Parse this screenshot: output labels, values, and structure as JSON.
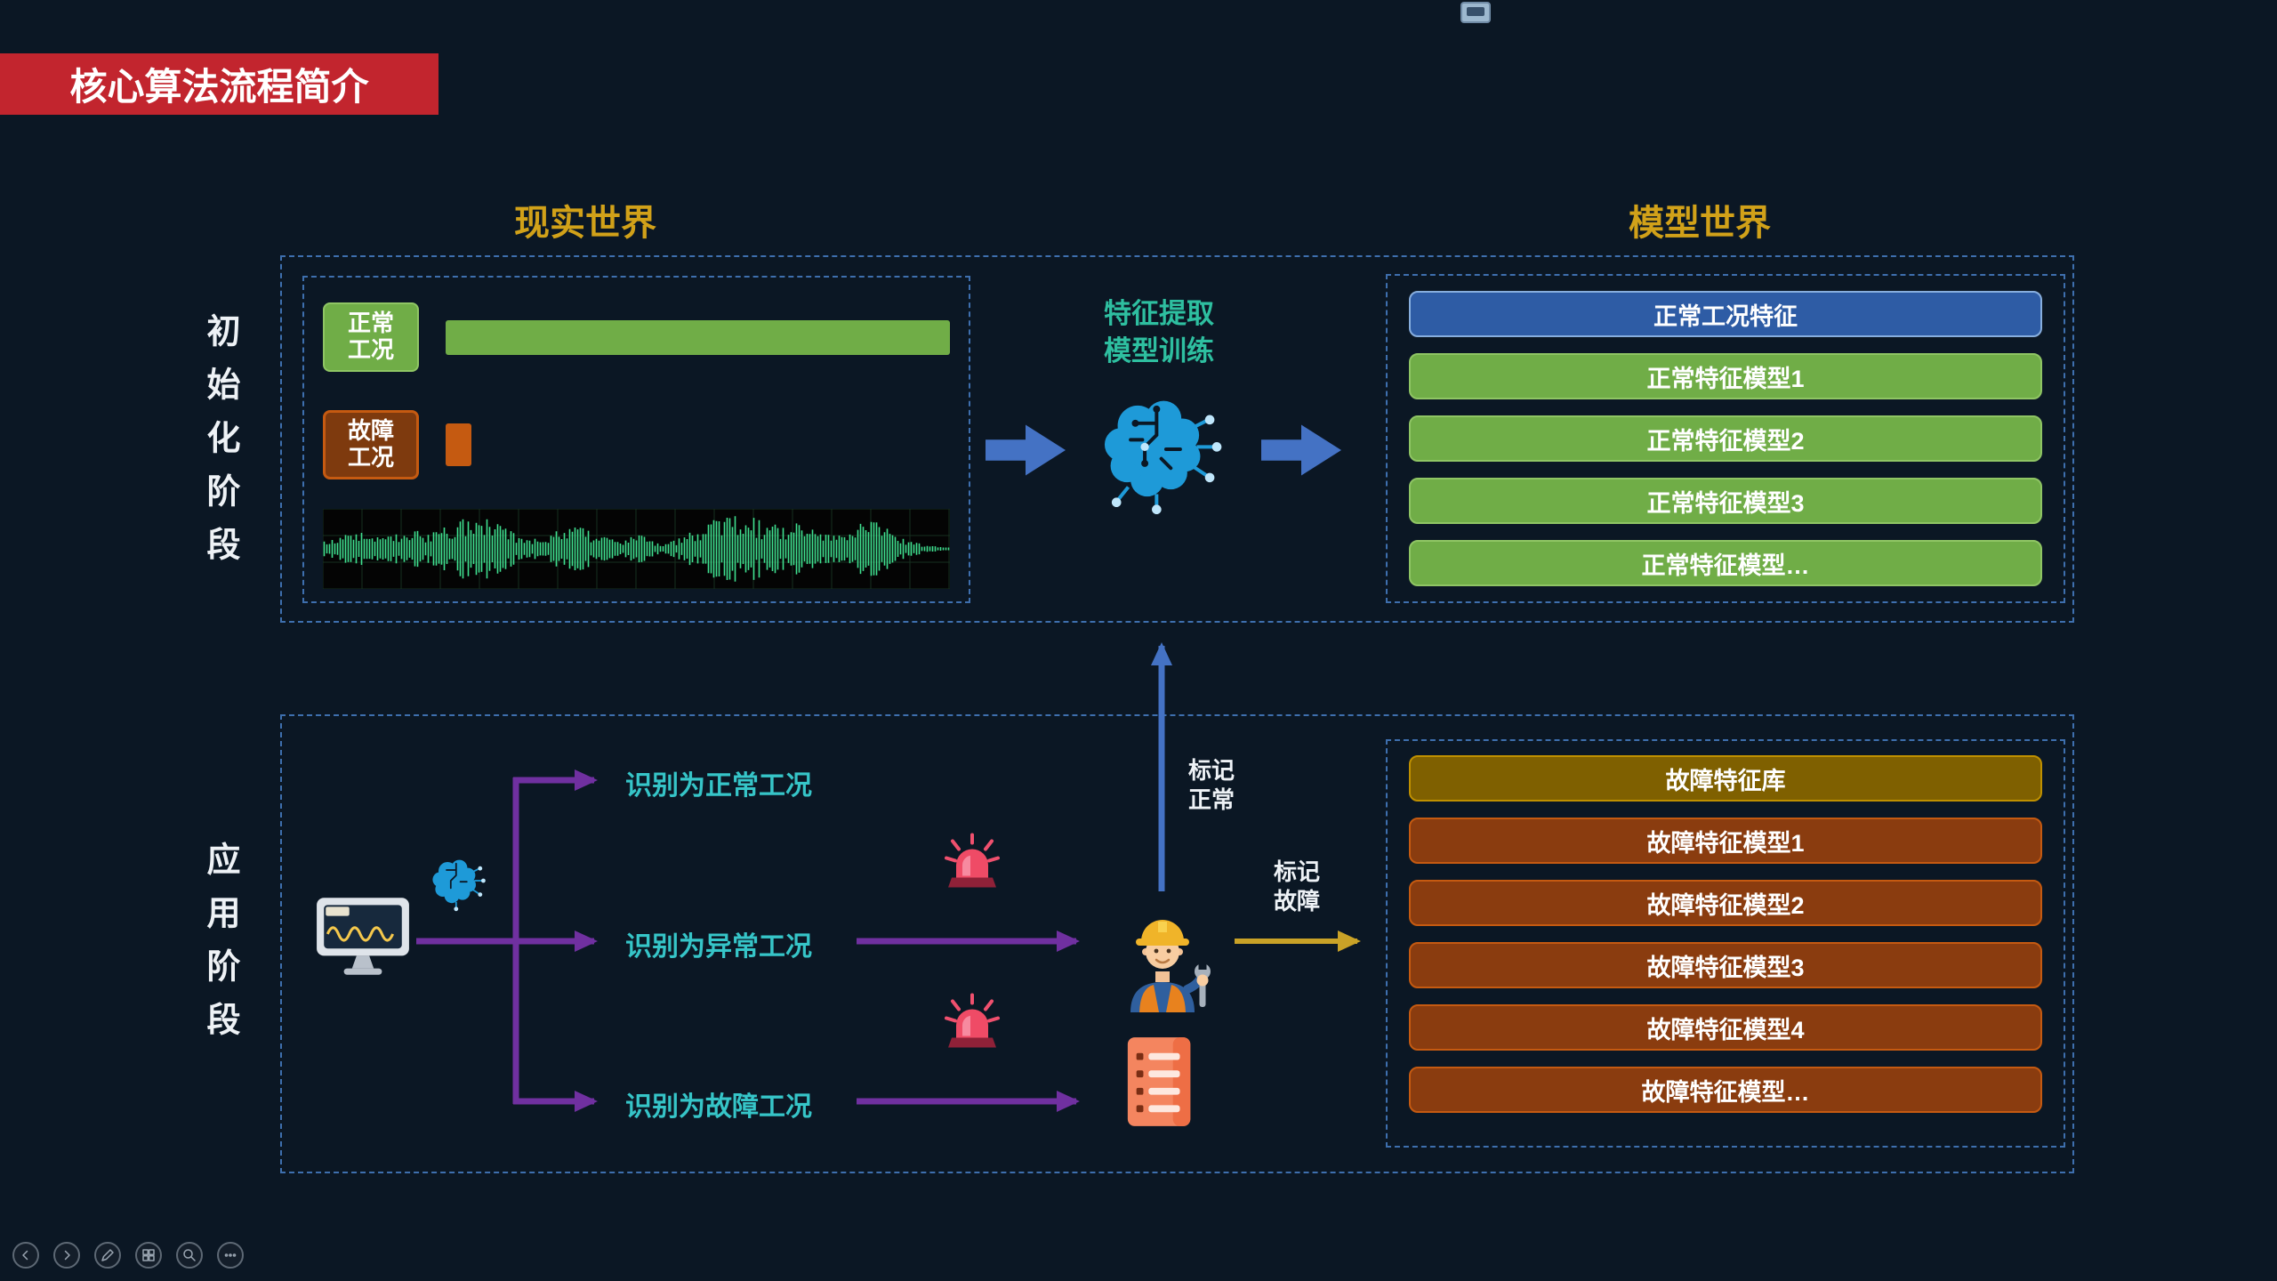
{
  "title": "核心算法流程简介",
  "headers": {
    "real_world": "现实世界",
    "model_world": "模型世界"
  },
  "phases": {
    "init": "初始化阶段",
    "app": "应用阶段"
  },
  "init_stage": {
    "normal_btn_line1": "正常",
    "normal_btn_line2": "工况",
    "fault_btn_line1": "故障",
    "fault_btn_line2": "工况",
    "process_line1": "特征提取",
    "process_line2": "模型训练",
    "normal_panel": {
      "header": "正常工况特征",
      "models": [
        "正常特征模型1",
        "正常特征模型2",
        "正常特征模型3",
        "正常特征模型…"
      ]
    }
  },
  "app_stage": {
    "branch_normal": "识别为正常工况",
    "branch_abnormal": "识别为异常工况",
    "branch_fault": "识别为故障工况",
    "mark_normal_line1": "标记",
    "mark_normal_line2": "正常",
    "mark_fault_line1": "标记",
    "mark_fault_line2": "故障",
    "fault_panel": {
      "header": "故障特征库",
      "models": [
        "故障特征模型1",
        "故障特征模型2",
        "故障特征模型3",
        "故障特征模型4",
        "故障特征模型…"
      ]
    }
  },
  "icons": {
    "brain": "brain-circuit-icon",
    "brain_small": "brain-circuit-icon-small",
    "monitor": "monitor-waveform-icon",
    "alarm": "alarm-siren-icon",
    "worker": "engineer-worker-icon",
    "document": "fault-log-icon",
    "playback_controls": [
      "previous",
      "next",
      "pen",
      "slides-overview",
      "zoom",
      "more"
    ]
  },
  "colors": {
    "background": "#0b1724",
    "title_bg": "#c2252e",
    "gold_heading": "#d1a119",
    "panel_border": "#3e6fae",
    "green": "#70ad47",
    "brown": "#8a3c0f",
    "blue_bar": "#2e5ca5",
    "olive": "#7f6000",
    "purple_arrow": "#7030a0",
    "blue_arrow": "#4472c4",
    "gold_arrow": "#c9a227",
    "teal_text": "#2ebfa0",
    "cyan_text": "#36c5c8",
    "waveform": "#3fe08f"
  }
}
